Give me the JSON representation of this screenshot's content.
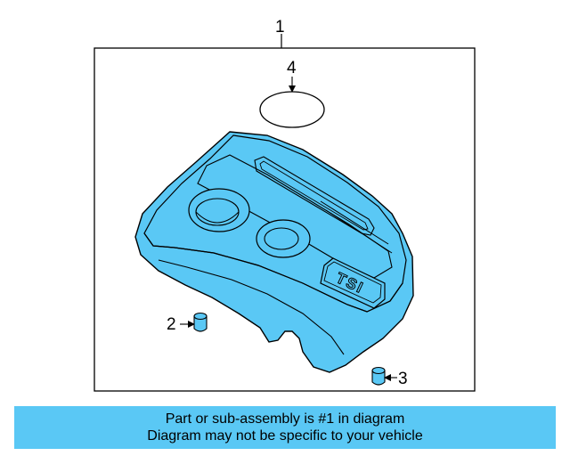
{
  "diagram": {
    "callouts": {
      "c1": "1",
      "c2": "2",
      "c3": "3",
      "c4": "4"
    },
    "emblem_text": "TSI",
    "colors": {
      "cover_fill": "#5ac8f5",
      "outline": "#000000"
    }
  },
  "banner": {
    "line1": "Part or sub-assembly is #1 in diagram",
    "line2": "Diagram may not be specific to your vehicle",
    "color": "#5ac8f5"
  }
}
